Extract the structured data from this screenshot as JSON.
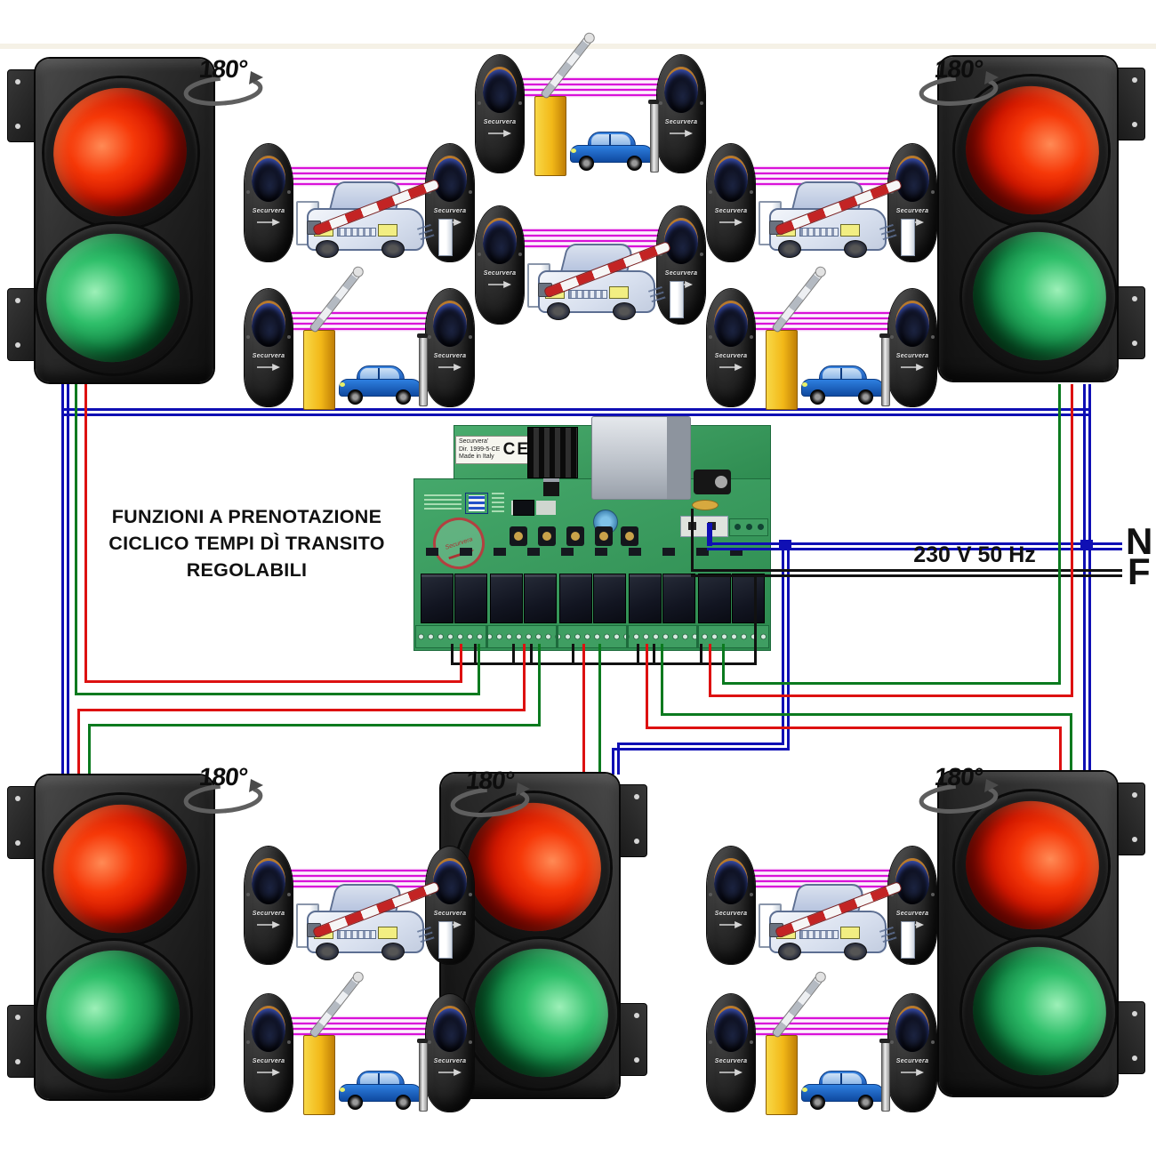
{
  "labels": {
    "rotation": "180°",
    "voltage": "230 V 50 Hz",
    "neutral": "N",
    "phase": "F",
    "function_line1": "FUNZIONI A PRENOTAZIONE",
    "function_line2": "CICLICO TEMPI DÌ TRANSITO",
    "function_line3": "REGOLABILI"
  },
  "control_board": {
    "label_brand": "Securvera'",
    "label_directive": "Dir. 1999-5-CE",
    "label_origin": "Made in Italy",
    "ce_mark": "CE",
    "stamp_text": "Securvera"
  },
  "photocell": {
    "logo_text": "Securvera"
  },
  "colors": {
    "wire_red": "#dd1111",
    "wire_green": "#0b7a1f",
    "wire_blue": "#0f0fb4",
    "wire_black": "#111111",
    "beam_magenta": "#d911d9",
    "pcb_green": "#3a9a5d",
    "lamp_red": "#e01800",
    "lamp_green": "#17a24f",
    "barrier_yellow": "#f2b818",
    "barrier_stripe_red": "#c32424",
    "car_blue": "#1e63c8"
  }
}
